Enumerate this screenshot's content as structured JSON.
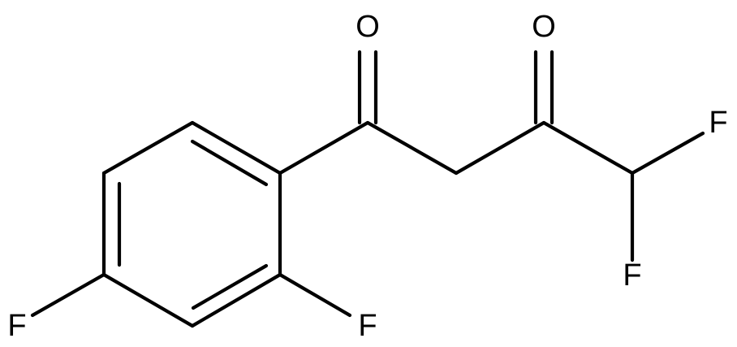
{
  "molecule": {
    "atoms": {
      "o1": "O",
      "o2": "O",
      "f_chf2_top": "F",
      "f_chf2_bottom": "F",
      "f_ortho": "F",
      "f_para": "F"
    }
  }
}
